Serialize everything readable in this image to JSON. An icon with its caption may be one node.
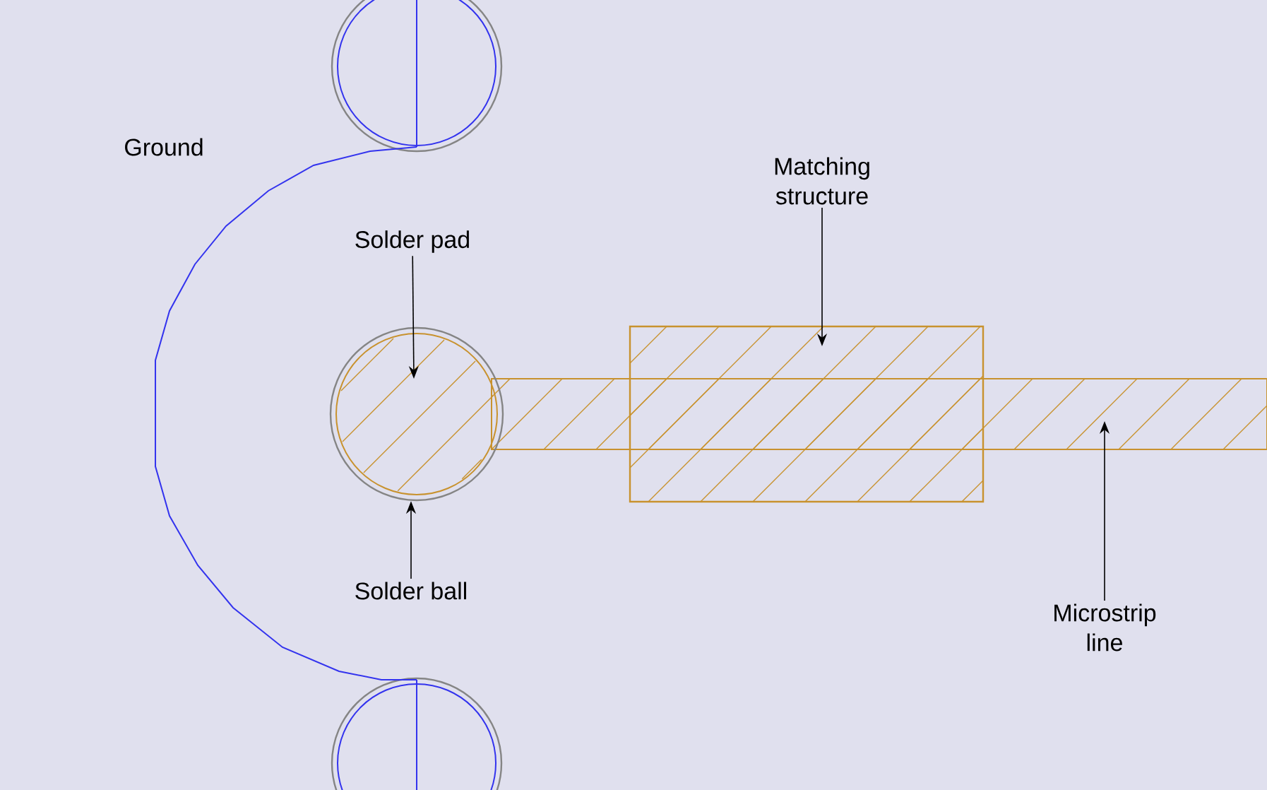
{
  "diagram": {
    "nodes": [
      {
        "text": [
          "Solder pad"
        ]
      },
      {
        "text": [],
        "shape": "circle"
      },
      {
        "text": [
          "Solder ball"
        ]
      },
      {
        "text": [],
        "shape": "circle"
      },
      {
        "text": [
          "Matching structure"
        ]
      },
      {
        "text": [],
        "shape": "box"
      },
      {
        "text": [
          "Microstrip line"
        ]
      },
      {
        "text": [],
        "shape": "bar"
      }
    ],
    "edges": [
      {
        "from": 0,
        "to": 1,
        "arrow": "to"
      },
      {
        "from": 2,
        "to": 3,
        "arrow": "to"
      },
      {
        "from": 4,
        "to": 5,
        "arrow": "to"
      },
      {
        "from": 6,
        "to": 7,
        "arrow": "to"
      }
    ],
    "labels": [
      "Ground"
    ]
  }
}
